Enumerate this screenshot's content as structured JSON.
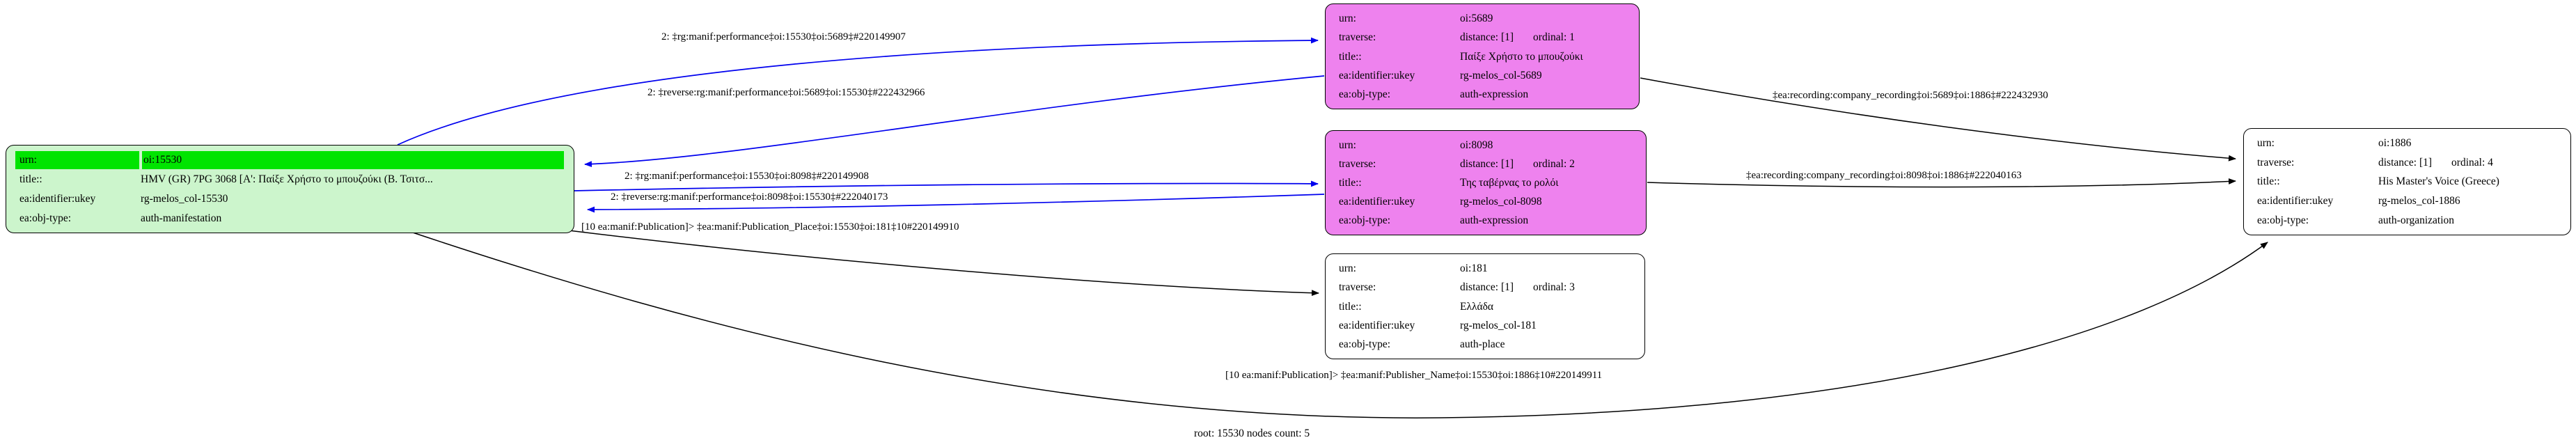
{
  "graph": {
    "root_label": "root: 15530 nodes count: 5",
    "colors": {
      "root_node_fill": "#ccf5cc",
      "root_urn_highlight": "#00e400",
      "expression_node_fill": "#ee82ee",
      "plain_node_fill": "#ffffff",
      "node_border": "#000000",
      "blue_edge": "#0000ee",
      "black_edge": "#000000"
    }
  },
  "nodes": [
    {
      "id": "oi:15530",
      "kind": "auth-manifestation",
      "rows": [
        {
          "label": "urn:",
          "value": "oi:15530"
        },
        {
          "label": "title::",
          "value": "HMV (GR) 7PG 3068 [Α': Παίξε Χρήστο το μπουζούκι (Β. Τσιτσ..."
        },
        {
          "label": "ea:identifier:ukey",
          "value": "rg-melos_col-15530"
        },
        {
          "label": "ea:obj-type:",
          "value": "auth-manifestation"
        }
      ]
    },
    {
      "id": "oi:5689",
      "kind": "auth-expression",
      "rows": [
        {
          "label": "urn:",
          "value": "oi:5689"
        },
        {
          "label": "traverse:",
          "value": "distance: [1]",
          "value2": "ordinal: 1"
        },
        {
          "label": "title::",
          "value": "Παίξε Χρήστο το μπουζούκι"
        },
        {
          "label": "ea:identifier:ukey",
          "value": "rg-melos_col-5689"
        },
        {
          "label": "ea:obj-type:",
          "value": "auth-expression"
        }
      ]
    },
    {
      "id": "oi:8098",
      "kind": "auth-expression",
      "rows": [
        {
          "label": "urn:",
          "value": "oi:8098"
        },
        {
          "label": "traverse:",
          "value": "distance: [1]",
          "value2": "ordinal: 2"
        },
        {
          "label": "title::",
          "value": "Της ταβέρνας το ρολόι"
        },
        {
          "label": "ea:identifier:ukey",
          "value": "rg-melos_col-8098"
        },
        {
          "label": "ea:obj-type:",
          "value": "auth-expression"
        }
      ]
    },
    {
      "id": "oi:181",
      "kind": "auth-place",
      "rows": [
        {
          "label": "urn:",
          "value": "oi:181"
        },
        {
          "label": "traverse:",
          "value": "distance: [1]",
          "value2": "ordinal: 3"
        },
        {
          "label": "title::",
          "value": "Ελλάδα"
        },
        {
          "label": "ea:identifier:ukey",
          "value": "rg-melos_col-181"
        },
        {
          "label": "ea:obj-type:",
          "value": "auth-place"
        }
      ]
    },
    {
      "id": "oi:1886",
      "kind": "auth-organization",
      "rows": [
        {
          "label": "urn:",
          "value": "oi:1886"
        },
        {
          "label": "traverse:",
          "value": "distance: [1]",
          "value2": "ordinal: 4"
        },
        {
          "label": "title::",
          "value": "His Master's Voice (Greece)"
        },
        {
          "label": "ea:identifier:ukey",
          "value": "rg-melos_col-1886"
        },
        {
          "label": "ea:obj-type:",
          "value": "auth-organization"
        }
      ]
    }
  ],
  "edges": [
    {
      "label": "2: ‡rg:manif:performance‡oi:15530‡oi:5689‡#220149907"
    },
    {
      "label": "2: ‡reverse:rg:manif:performance‡oi:5689‡oi:15530‡#222432966"
    },
    {
      "label": "2: ‡rg:manif:performance‡oi:15530‡oi:8098‡#220149908"
    },
    {
      "label": "2: ‡reverse:rg:manif:performance‡oi:8098‡oi:15530‡#222040173"
    },
    {
      "label": "[10 ea:manif:Publication]> ‡ea:manif:Publication_Place‡oi:15530‡oi:181‡10#220149910"
    },
    {
      "label": "‡ea:recording:company_recording‡oi:5689‡oi:1886‡#222432930"
    },
    {
      "label": "‡ea:recording:company_recording‡oi:8098‡oi:1886‡#222040163"
    },
    {
      "label": "[10 ea:manif:Publication]> ‡ea:manif:Publisher_Name‡oi:15530‡oi:1886‡10#220149911"
    }
  ]
}
